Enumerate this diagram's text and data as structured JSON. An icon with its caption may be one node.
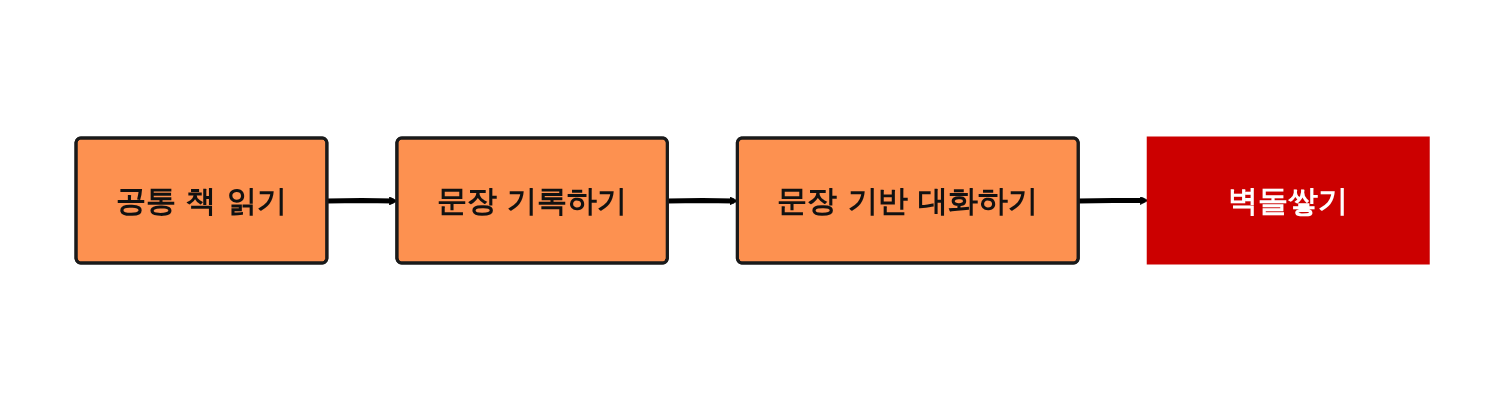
{
  "diagram": {
    "nodes": [
      {
        "text": [
          "공통 책 읽기"
        ]
      },
      {
        "text": [
          "문장 기록하기"
        ]
      },
      {
        "text": [
          "문장 기반 대화하기"
        ]
      },
      {
        "text": [
          "벽돌쌓기"
        ]
      }
    ],
    "edges": [
      {
        "from": 0,
        "to": 1,
        "arrow": "to"
      },
      {
        "from": 1,
        "to": 2,
        "arrow": "to"
      },
      {
        "from": 2,
        "to": 3,
        "arrow": "to"
      }
    ]
  }
}
